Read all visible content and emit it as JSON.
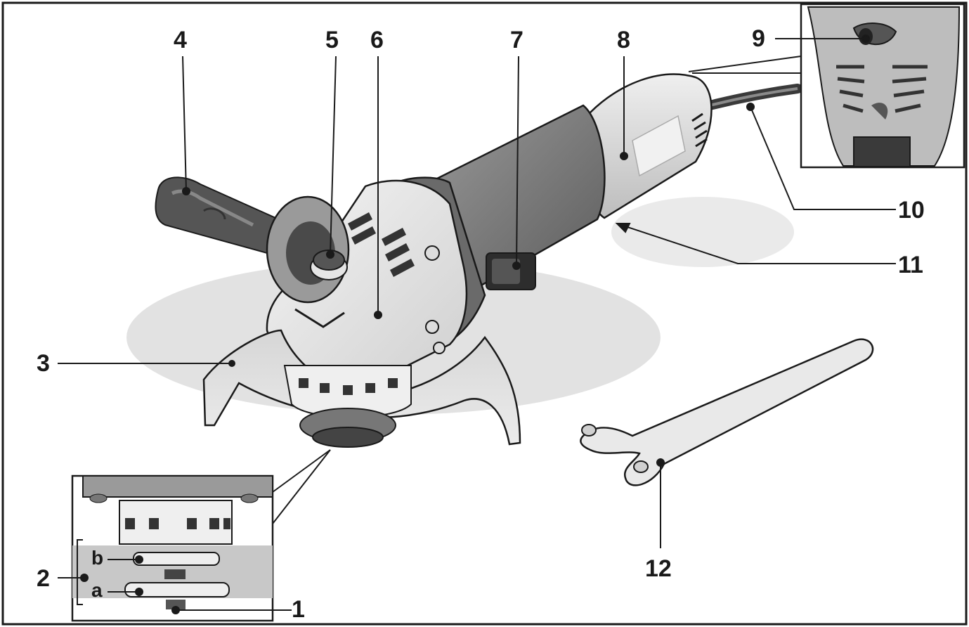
{
  "callouts": {
    "c1": "1",
    "c2": "2",
    "c3": "3",
    "c4": "4",
    "c5": "5",
    "c6": "6",
    "c7": "7",
    "c8": "8",
    "c9": "9",
    "c10": "10",
    "c11": "11",
    "c12": "12",
    "ca": "a",
    "cb": "b"
  },
  "colors": {
    "outline": "#1a1a1a",
    "body_dark": "#555555",
    "body_mid": "#8a8a8a",
    "body_light": "#dcdcdc",
    "shadow": "#cfcfcf"
  }
}
